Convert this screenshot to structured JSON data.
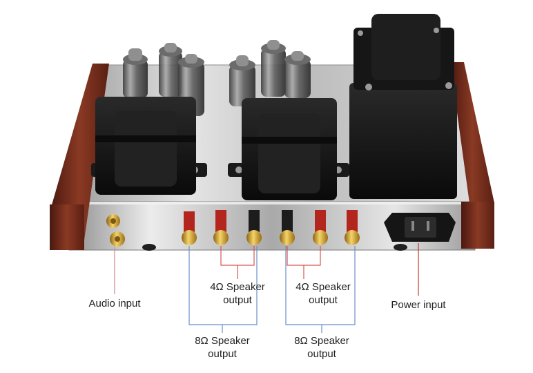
{
  "labels": {
    "audio_input": "Audio input",
    "power_input": "Power input",
    "speaker_4ohm_left": {
      "line1": "4Ω Speaker",
      "line2": "output"
    },
    "speaker_4ohm_right": {
      "line1": "4Ω Speaker",
      "line2": "output"
    },
    "speaker_8ohm_left": {
      "line1": "8Ω Speaker",
      "line2": "output"
    },
    "speaker_8ohm_right": {
      "line1": "8Ω Speaker",
      "line2": "output"
    }
  },
  "colors": {
    "audio_line": "#d08a86",
    "power_line": "#c0392b",
    "speaker_4ohm_line": "#d9534f",
    "speaker_8ohm_line": "#6b8fc9",
    "wood": "#6e2a1c",
    "chassis": "#c9c9c9",
    "transformer": "#151515",
    "gold": "#d4a52a"
  }
}
